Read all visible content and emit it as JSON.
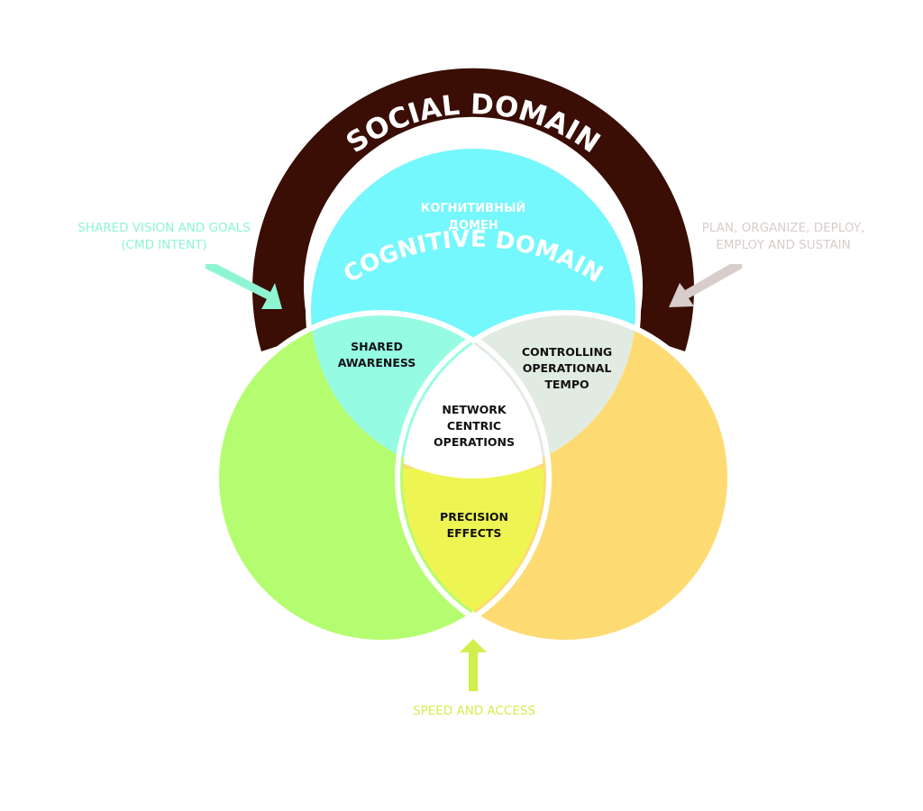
{
  "colors": {
    "social": "#3a0d05",
    "cognitive": "#74f7fd",
    "left_circle": "#b4fd70",
    "right_circle": "#fedb72",
    "shared_awareness": "#95fce3",
    "tempo": "#e2ebe2",
    "center": "#ffffff",
    "precision": "#eef553",
    "arrow_left": "#8ef5d2",
    "arrow_right": "#d7cdcb",
    "arrow_bottom": "#d0ef4d"
  },
  "social_domain": {
    "label": "SOCIAL DOMAIN"
  },
  "cognitive_domain": {
    "label": "COGNITIVE DOMAIN",
    "russian_label_line1": "КОГНИТИВНЫЙ",
    "russian_label_line2": "ДОМЕН"
  },
  "regions": {
    "shared_awareness": [
      "SHARED",
      "AWARENESS"
    ],
    "controlling_tempo": [
      "CONTROLLING",
      "OPERATIONAL",
      "TEMPO"
    ],
    "network_centric": [
      "NETWORK",
      "CENTRIC",
      "OPERATIONS"
    ],
    "precision_effects": [
      "PRECISION",
      "EFFECTS"
    ]
  },
  "annotations": {
    "left": [
      "SHARED VISION AND GOALS",
      "(CMD INTENT)"
    ],
    "right": [
      "PLAN, ORGANIZE, DEPLOY,",
      "EMPLOY AND SUSTAIN"
    ],
    "bottom": [
      "SPEED AND ACCESS"
    ]
  }
}
